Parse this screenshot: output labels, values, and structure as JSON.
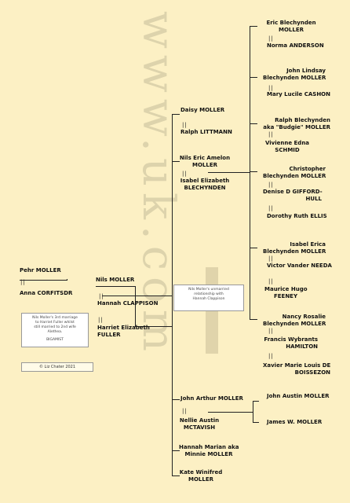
{
  "watermark": "www.uk.com",
  "people": {
    "pehr": "Pehr MOLLER",
    "anna": "Anna CORFITSDR",
    "nils": "Nils MOLLER",
    "hannah_c": "Hannah CLAPPISON",
    "harriet": "Harriet Elizabeth FULLER",
    "daisy": "Daisy MOLLER",
    "ralph_l": "Ralph LITTMANN",
    "nils_eric_1": "Nils Eric Amelon",
    "nils_eric_2": "MOLLER",
    "isabel_e_1": "Isabel Elizabeth",
    "isabel_e_2": "BLECHYNDEN",
    "eric_1": "Eric Blechynden",
    "eric_2": "MOLLER",
    "norma": "Norma ANDERSON",
    "john_l_1": "John Lindsay",
    "john_l_2": "Blechynden MOLLER",
    "mary": "Mary Lucile CASHON",
    "ralph_b_1": "Ralph Blechynden",
    "ralph_b_2": "aka \"Budgie\" MOLLER",
    "vivienne_1": "Vivienne Edna",
    "vivienne_2": "SCHMID",
    "christopher_1": "Christopher",
    "christopher_2": "Blechynden MOLLER",
    "denise_1": "Denise D GIFFORD-",
    "denise_2": "HULL",
    "dorothy": "Dorothy Ruth ELLIS",
    "isabel_erica_1": "Isabel Erica",
    "isabel_erica_2": "Blechynden MOLLER",
    "victor": "Victor Vander NEEDA",
    "maurice_1": "Maurice Hugo",
    "maurice_2": "FEENEY",
    "nancy_1": "Nancy Rosalie",
    "nancy_2": "Blechynden MOLLER",
    "francis_1": "Francis Wybrants",
    "francis_2": "HAMILTON",
    "xavier_1": "Xavier Marie Louis DE",
    "xavier_2": "BOISSEZON",
    "john_arthur": "John Arthur MOLLER",
    "nellie_1": "Nellie Austin",
    "nellie_2": "MCTAVISH",
    "john_austin": "John Austin MOLLER",
    "james": "James W. MOLLER",
    "hannah_m_1": "Hannah Marian aka",
    "hannah_m_2": "Minnie MOLLER",
    "kate_1": "Kate Winifred",
    "kate_2": "MOLLER"
  },
  "notes": {
    "unmarried_1": "Nils Moller's unmarried",
    "unmarried_2": "relationship with",
    "unmarried_3": "Hannah Clappison",
    "third_1": "Nils Moller's 3rd marriage",
    "third_2": "to Harriet Fuller whilst",
    "third_3": "still married to 2nd wife",
    "third_4": "Alethea.",
    "bigamist": "BIGAMIST",
    "copyright": "© Liz Chater 2021"
  },
  "colors": {
    "background": "#fcf0c4",
    "line": "#222222",
    "watermark": "#d8cfa8"
  }
}
